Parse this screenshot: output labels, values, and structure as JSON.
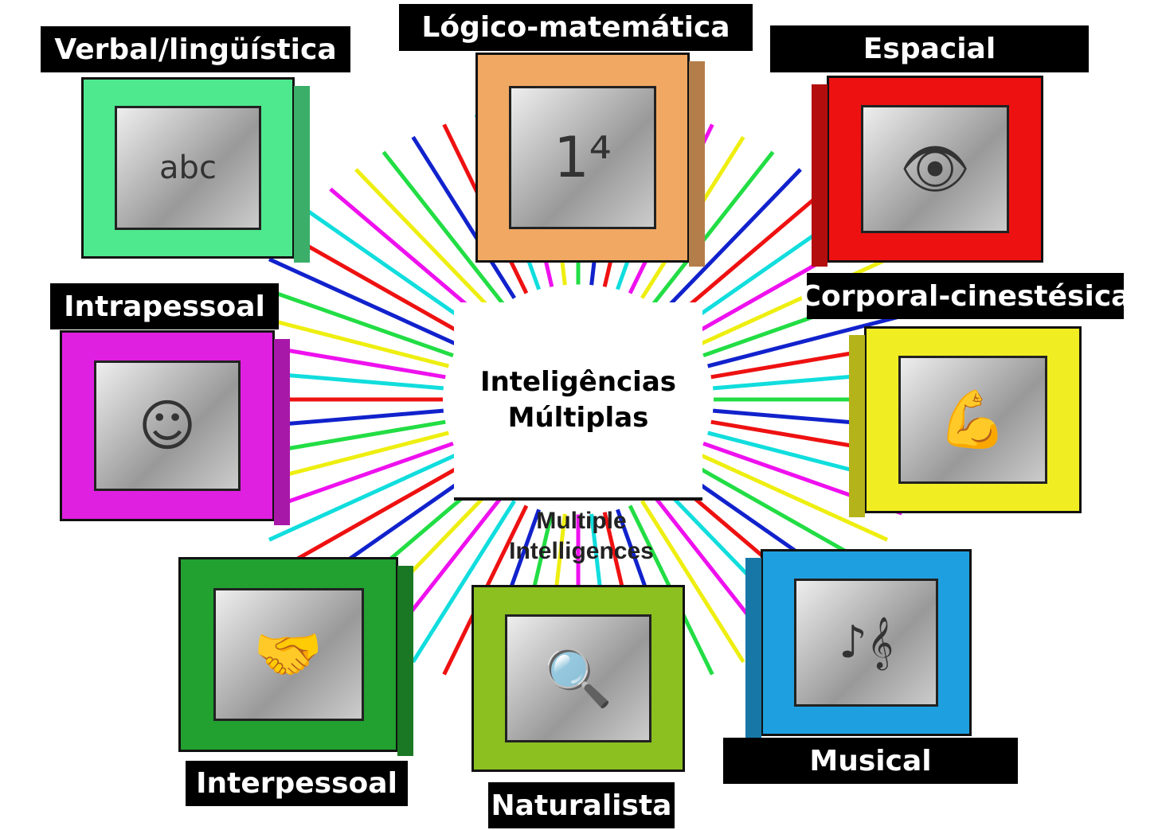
{
  "center": {
    "line1": "Inteligências",
    "line2": "Múltiplas"
  },
  "subtitle": {
    "line1": "Multiple",
    "line2": "Intelligences"
  },
  "ray_colors": [
    "#22dd44",
    "#1122cc",
    "#ee1111",
    "#11dddd",
    "#ee11ee",
    "#eeee11"
  ],
  "intelligences": [
    {
      "label": "Verbal/lingüística",
      "color": "#4ee88e",
      "icon": "book-abc-icon",
      "glyph": "abc"
    },
    {
      "label": "Lógico-matemática",
      "color": "#f0a862",
      "icon": "numbers-icon",
      "glyph": "1⁴"
    },
    {
      "label": "Espacial",
      "color": "#ee1111",
      "icon": "eye-icon",
      "glyph": "👁"
    },
    {
      "label": "Corporal-cinestésica",
      "color": "#f0ee22",
      "icon": "flexed-arm-icon",
      "glyph": "💪"
    },
    {
      "label": "Intrapessoal",
      "color": "#e020e0",
      "icon": "head-silhouette-icon",
      "glyph": "☺"
    },
    {
      "label": "Interpessoal",
      "color": "#22a030",
      "icon": "handshake-icon",
      "glyph": "🤝"
    },
    {
      "label": "Naturalista",
      "color": "#8cc020",
      "icon": "magnifier-leaf-icon",
      "glyph": "🔍"
    },
    {
      "label": "Musical",
      "color": "#1ea0e0",
      "icon": "music-staff-icon",
      "glyph": "♪𝄞"
    }
  ]
}
